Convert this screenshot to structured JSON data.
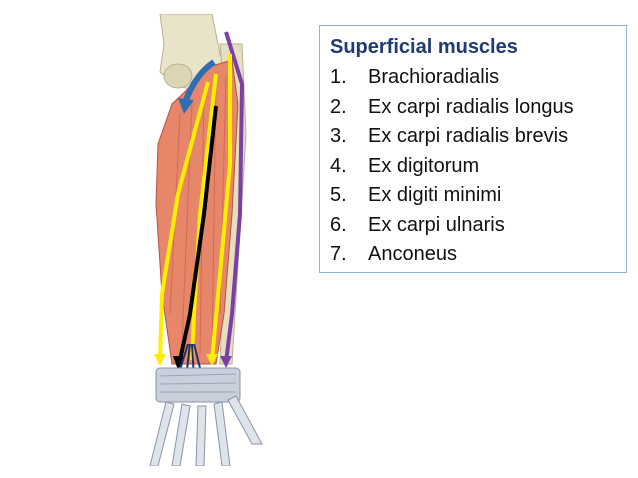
{
  "box": {
    "title": "Superficial muscles",
    "items": [
      {
        "num": "1.",
        "label": "Brachioradialis"
      },
      {
        "num": "2.",
        "label": "Ex carpi radialis longus"
      },
      {
        "num": "3.",
        "label": "Ex carpi radialis brevis"
      },
      {
        "num": "4.",
        "label": "Ex digitorum"
      },
      {
        "num": "5.",
        "label": "Ex digiti minimi"
      },
      {
        "num": "6.",
        "label": "Ex carpi ulnaris"
      },
      {
        "num": "7.",
        "label": "Anconeus"
      }
    ],
    "border_color": "#8fb4d9",
    "title_color": "#1f3b73"
  },
  "illustration": {
    "tendon_colors": {
      "yellow": "#ffee00",
      "black": "#000000",
      "purple": "#7b3fa8",
      "blue": "#2f6db5",
      "muscle": "#e8866a",
      "bone": "#e9e4c8"
    }
  }
}
